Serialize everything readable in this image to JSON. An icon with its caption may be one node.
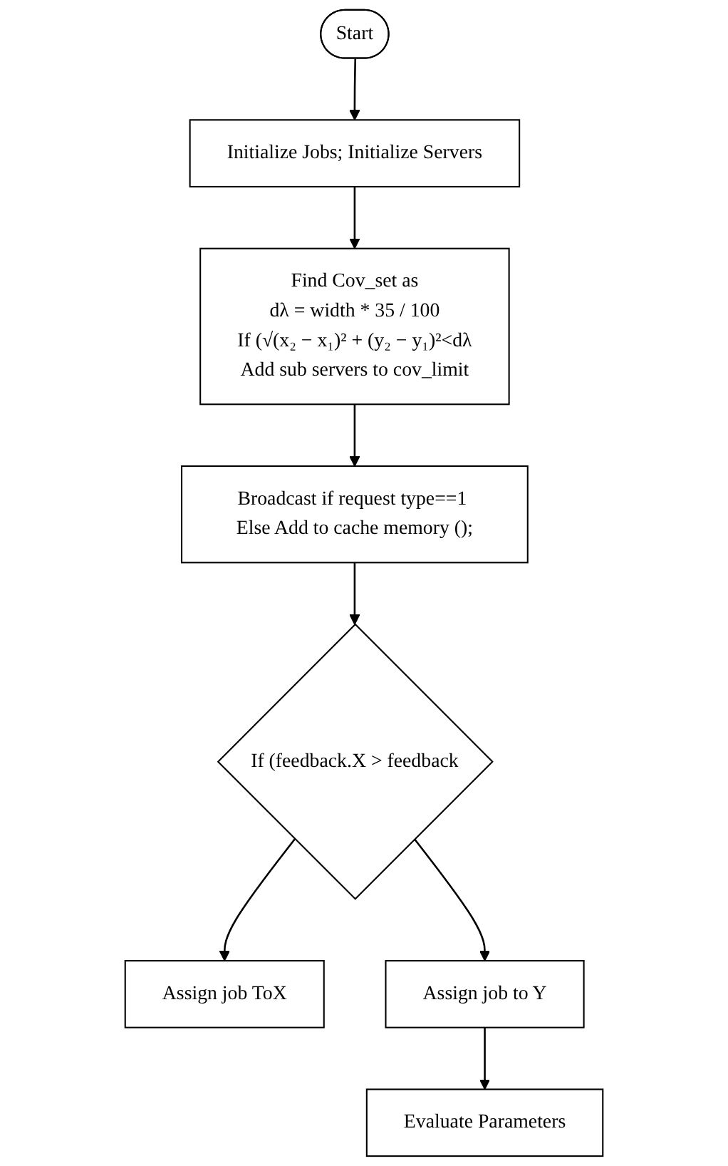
{
  "diagram": {
    "nodes": [
      {
        "text": [
          "Start"
        ]
      },
      {
        "text": [
          "Initialize Jobs; Initialize Servers"
        ]
      },
      {
        "text": [
          "Find Cov_set as",
          "dλ = width * 35 / 100",
          "If (√(x₂ − x₁)² + (y₂ − y₁)²<dλ",
          "Add sub servers to cov_limit"
        ]
      },
      {
        "text": [
          "Broadcast if request type==1 Else Add to cache memory ();"
        ]
      },
      {
        "text": [
          "If (feedback.X > feedback"
        ]
      },
      {
        "text": [
          "Assign job ToX"
        ]
      },
      {
        "text": [
          "Assign job to Y"
        ]
      },
      {
        "text": [
          "Evaluate Parameters"
        ]
      }
    ],
    "edges": [
      {
        "from": 0,
        "to": 1,
        "arrow": "to"
      },
      {
        "from": 1,
        "to": 2,
        "arrow": "to"
      },
      {
        "from": 2,
        "to": 3,
        "arrow": "to"
      },
      {
        "from": 3,
        "to": 4,
        "arrow": "to"
      },
      {
        "from": 4,
        "to": 5,
        "arrow": "to"
      },
      {
        "from": 4,
        "to": 6,
        "arrow": "to"
      },
      {
        "from": 6,
        "to": 7,
        "arrow": "to"
      }
    ]
  }
}
